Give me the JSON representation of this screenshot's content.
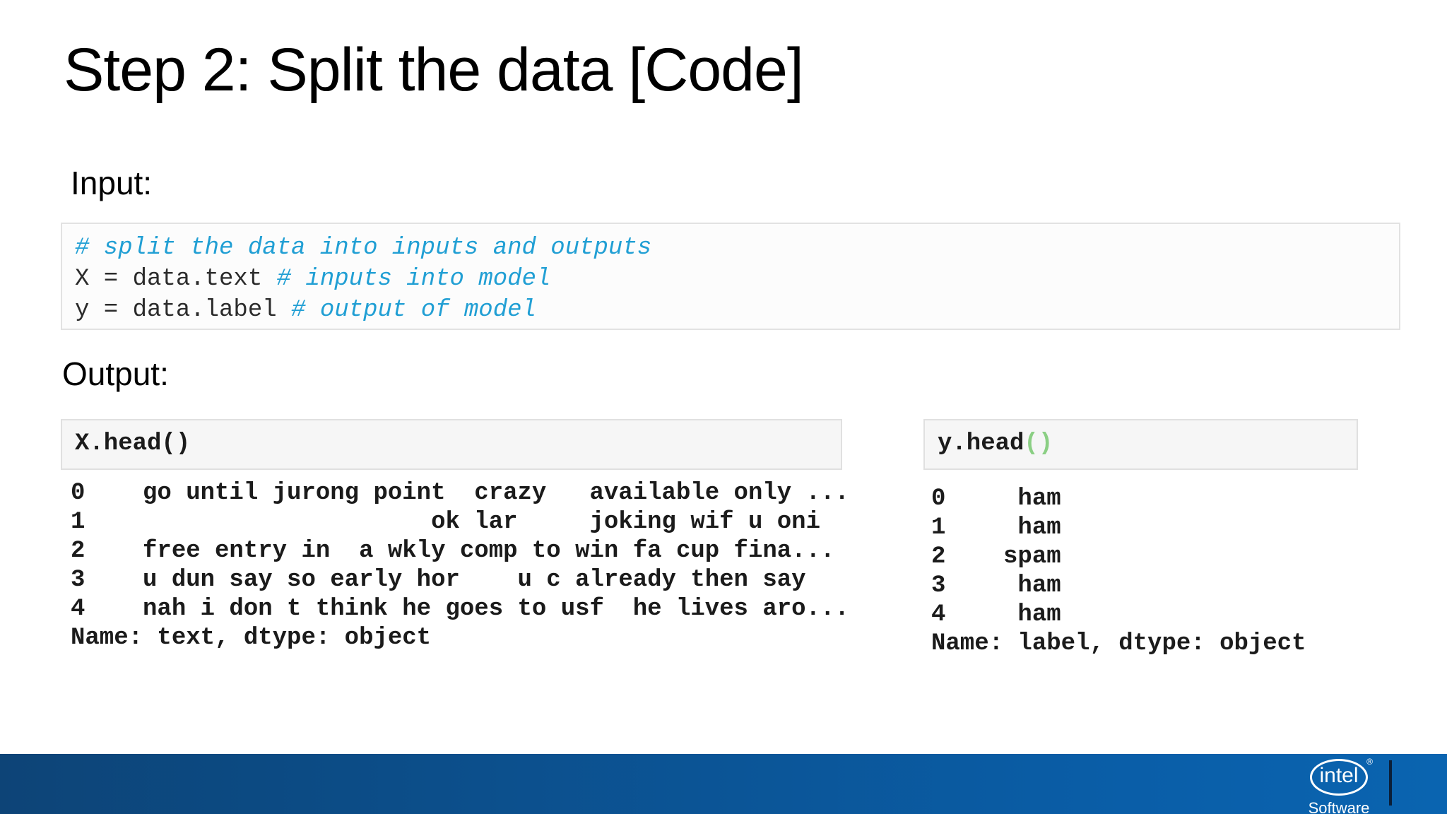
{
  "title": "Step 2: Split the data [Code]",
  "sections": {
    "input_label": "Input:",
    "output_label": "Output:"
  },
  "code_input": {
    "line1_comment": "# split the data into inputs and outputs",
    "line2_code": "X = data.text ",
    "line2_comment": "# inputs into model",
    "line3_code": "y = data.label ",
    "line3_comment": "# output of model"
  },
  "x_output": {
    "header_label": "X.head()",
    "body": "0    go until jurong point  crazy   available only ...\n1                        ok lar     joking wif u oni\n2    free entry in  a wkly comp to win fa cup fina...\n3    u dun say so early hor    u c already then say\n4    nah i don t think he goes to usf  he lives aro...\nName: text, dtype: object"
  },
  "y_output": {
    "header_code": "y.head",
    "header_parens": "()",
    "body": "0     ham\n1     ham\n2    spam\n3     ham\n4     ham\nName: label, dtype: object"
  },
  "footer": {
    "brand": "intel",
    "registered": "®",
    "brand_sub": "Software"
  },
  "colors": {
    "comment_blue": "#219fd4",
    "paren_green": "#8bcf84",
    "footer_gradient_left": "#0d4477",
    "footer_gradient_right": "#0a64b0",
    "divider_navy": "#0b1f38",
    "box_border_gray": "#e0e0e0",
    "box_fill_gray": "#f6f6f6"
  }
}
